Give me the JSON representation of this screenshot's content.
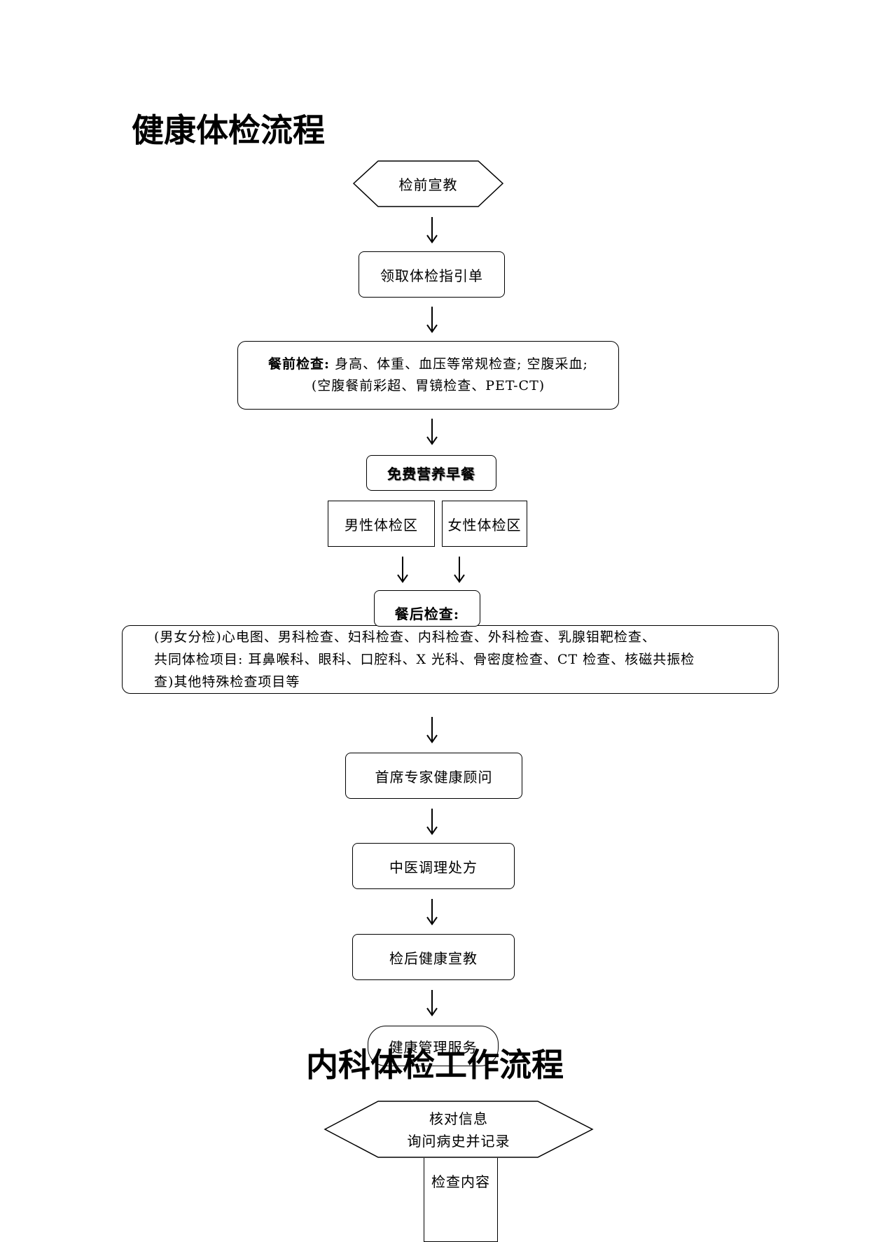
{
  "section1": {
    "title": "健康体检流程",
    "step_pre_education": "检前宣教",
    "step_guide_sheet": "领取体检指引单",
    "pre_meal": {
      "label": "餐前检查:",
      "line1_rest": " 身高、体重、血压等常规检查; 空腹采血;",
      "line2": "(空腹餐前彩超、胃镜检查、PET-CT)"
    },
    "step_breakfast": "免费营养早餐",
    "male_area": "男性体检区",
    "female_area": "女性体检区",
    "post_meal_label": "餐后检查:",
    "post_meal_lines": [
      "(男女分检)心电图、男科检查、妇科检查、内科检查、外科检查、乳腺钼靶检查、",
      "共同体检项目: 耳鼻喉科、眼科、口腔科、X 光科、骨密度检查、CT 检查、核磁共振检",
      "查)其他特殊检查项目等"
    ],
    "step_expert": "首席专家健康顾问",
    "step_tcm": "中医调理处方",
    "step_post_education": "检后健康宣教",
    "step_management": "健康管理服务"
  },
  "section2": {
    "title": "内科体检工作流程",
    "hex_line1": "核对信息",
    "hex_line2": "询问病史并记录",
    "step_content": "检查内容"
  }
}
